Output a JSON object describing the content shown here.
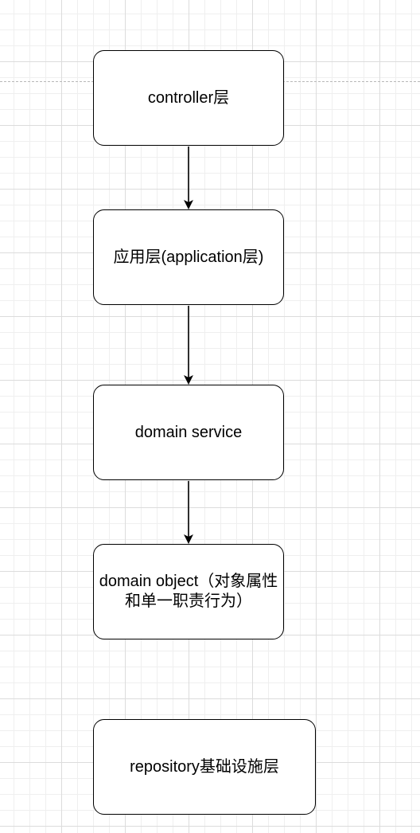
{
  "diagram": {
    "nodes": [
      {
        "id": "controller",
        "label": "controller层"
      },
      {
        "id": "application",
        "label": "应用层(application层)"
      },
      {
        "id": "domain-service",
        "label": "domain service"
      },
      {
        "id": "domain-object",
        "label": "domain object（对象属性和单一职责行为）"
      },
      {
        "id": "repository",
        "label": "repository基础设施层"
      }
    ],
    "edges": [
      {
        "from": "controller",
        "to": "application"
      },
      {
        "from": "application",
        "to": "domain-service"
      },
      {
        "from": "domain-service",
        "to": "domain-object"
      }
    ]
  }
}
